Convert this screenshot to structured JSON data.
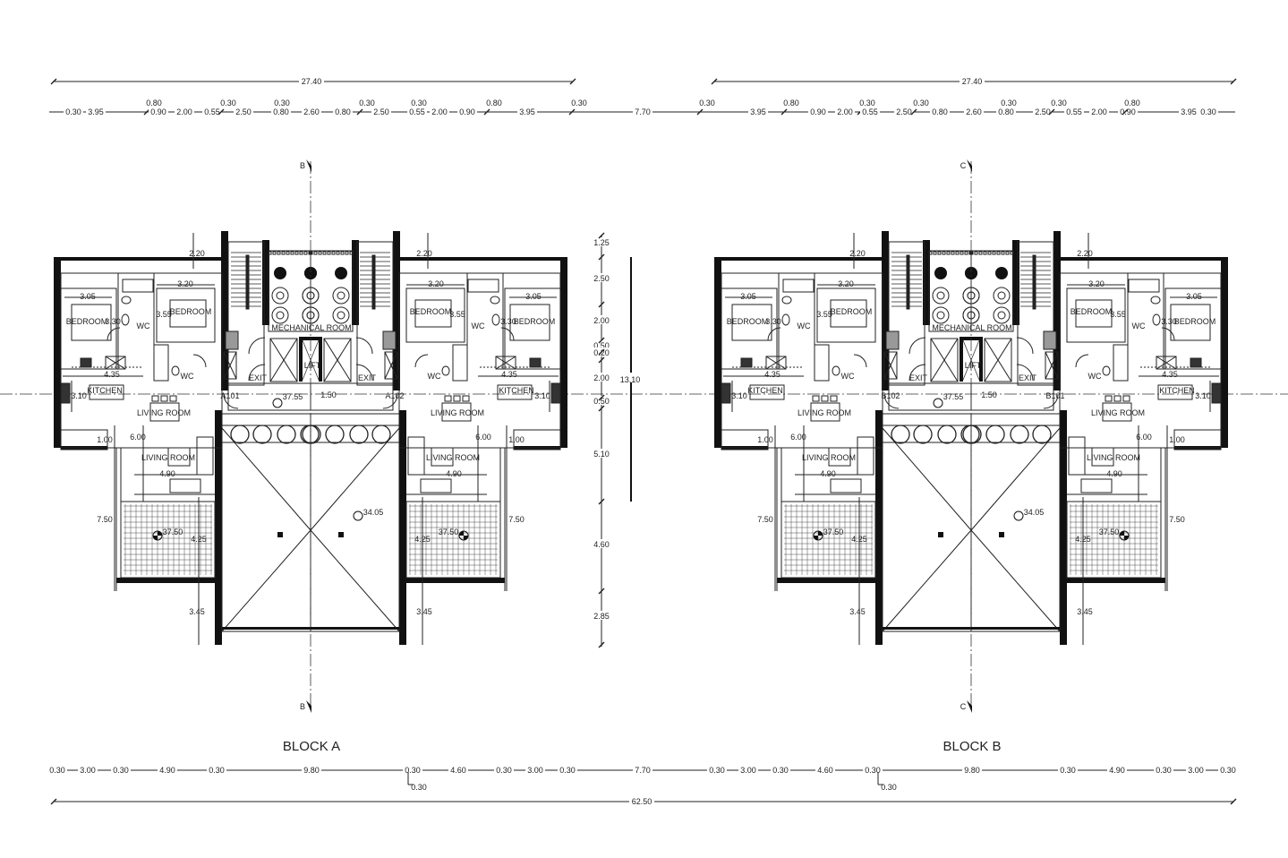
{
  "blocks": [
    {
      "title": "BLOCK A",
      "section_mark": "B",
      "overall_width": "27.40",
      "doors": [
        "A101",
        "A102"
      ]
    },
    {
      "title": "BLOCK B",
      "section_mark": "C",
      "overall_width": "27.40",
      "doors": [
        "B102",
        "B101"
      ]
    }
  ],
  "room_labels": [
    "BEDROOM",
    "3.30",
    "3.05",
    "BEDROOM",
    "3.20",
    "3.55",
    "WC",
    "WC",
    "4.35",
    "KITCHEN",
    "3.10",
    "LIVING ROOM",
    "6.00",
    "1.00",
    "LIVING ROOM",
    "4.90",
    "7.50",
    "4.25",
    "37.50",
    "3.45",
    "2.20"
  ],
  "core_labels": {
    "mechanical": "MECHANICAL ROOM",
    "lift": "LIFT",
    "exit": "EXIT",
    "level_corridor": "37.55",
    "corridor_width": "1.50",
    "level_void": "34.05"
  },
  "top_dims_a": [
    "0.30",
    "3.95",
    "0.80",
    "0.90",
    "2.00",
    "0.55",
    "0.30",
    "2.50",
    "0.30",
    "0.80",
    "2.60",
    "0.80",
    "0.30",
    "2.50",
    "0.30",
    "0.55",
    "2.00",
    "0.90",
    "0.80",
    "3.95",
    "0.30",
    "7.70"
  ],
  "top_dims_b": [
    "0.30",
    "3.95",
    "0.80",
    "0.90",
    "2.00",
    "0.30",
    "0.55",
    "2.50",
    "0.30",
    "0.80",
    "2.60",
    "0.30",
    "0.80",
    "2.50",
    "0.30",
    "0.55",
    "2.00",
    "0.90",
    "0.80",
    "3.95",
    "0.30"
  ],
  "bottom_dims": [
    "0.30",
    "3.00",
    "0.30",
    "4.90",
    "0.30",
    "9.80",
    "0.30",
    "4.60",
    "0.30",
    "3.00",
    "0.30",
    "7.70",
    "0.30",
    "3.00",
    "0.30",
    "4.60",
    "0.30",
    "9.80",
    "0.30",
    "4.90",
    "0.30",
    "3.00",
    "0.30",
    "0.30",
    "0.30"
  ],
  "overall_length": "62.50",
  "vertical_dims": [
    "1.25",
    "2.50",
    "2.00",
    "0.50",
    "0.20",
    "2.00",
    "0.50",
    "5.10",
    "4.60",
    "2.85",
    "13.10"
  ]
}
